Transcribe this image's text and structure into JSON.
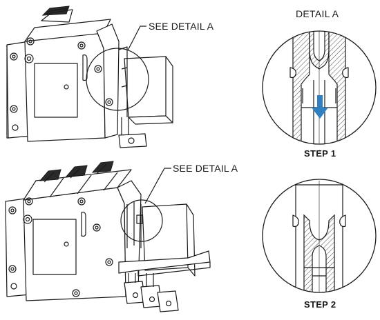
{
  "labels": {
    "callout_top": "SEE DETAIL A",
    "callout_bottom": "SEE DETAIL A",
    "detail_title": "DETAIL A",
    "step1": "STEP 1",
    "step2": "STEP 2"
  },
  "colors": {
    "line": "#1a1a1a",
    "arrow": "#2f7fc1"
  },
  "icons": {
    "step1_arrow": "arrow-down-icon"
  }
}
